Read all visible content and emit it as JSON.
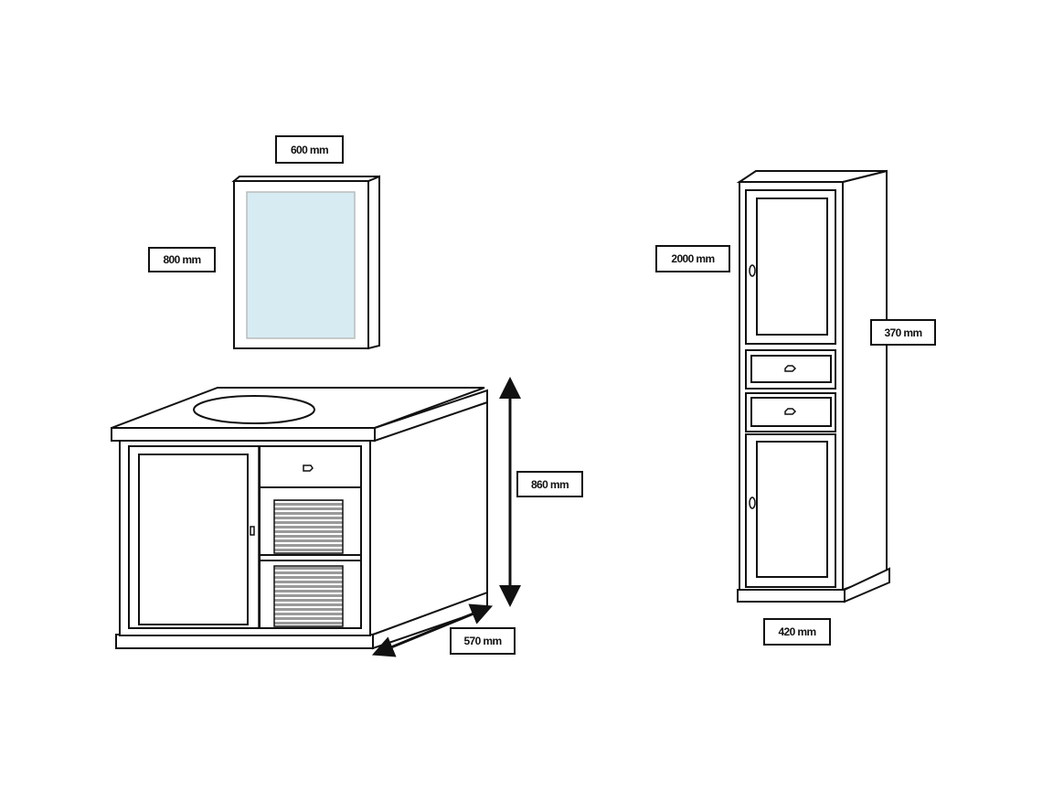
{
  "mirror": {
    "width_label": "600 mm",
    "height_label": "800 mm",
    "glass_color": "#d6ecf2"
  },
  "vanity": {
    "height_label": "860 mm",
    "depth_label": "570 mm"
  },
  "tall_cabinet": {
    "height_label": "2000 mm",
    "depth_label": "370 mm",
    "width_label": "420 mm"
  }
}
